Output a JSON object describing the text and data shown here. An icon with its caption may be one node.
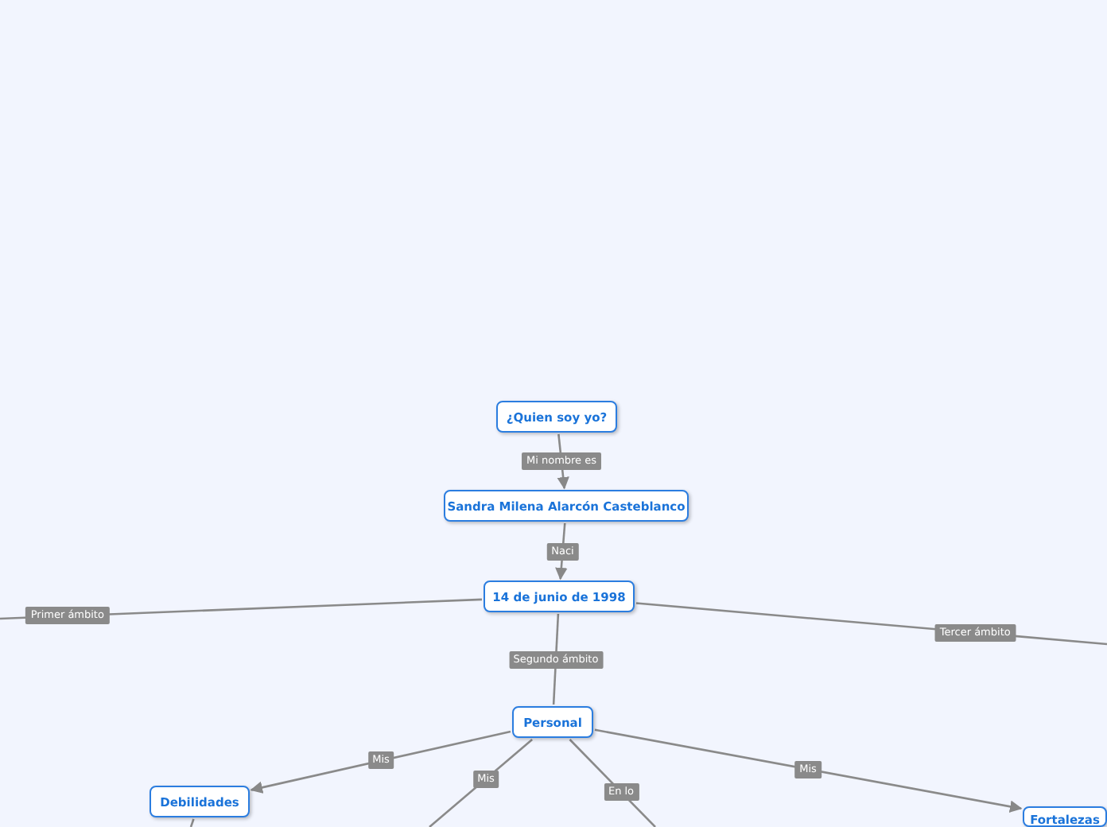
{
  "diagram": {
    "nodes": [
      {
        "text": [
          "¿Quien soy yo?"
        ]
      },
      {
        "text": [
          "Sandra Milena Alarcón Casteblanco"
        ]
      },
      {
        "text": [
          "14 de junio de 1998"
        ]
      },
      {
        "text": [
          "Personal"
        ]
      },
      {
        "text": [
          "Debilidades"
        ]
      },
      {
        "text": [
          "Fortalezas"
        ]
      }
    ],
    "edges": [
      {
        "from": 0,
        "to": 1,
        "arrow": "to",
        "label": "Mi nombre es"
      },
      {
        "from": 1,
        "to": 2,
        "arrow": "to",
        "label": "Naci"
      },
      {
        "from": 2,
        "to": null,
        "arrow": "none",
        "label": "Primer ámbito"
      },
      {
        "from": 2,
        "to": 3,
        "arrow": "none",
        "label": "Segundo ámbito"
      },
      {
        "from": 2,
        "to": null,
        "arrow": "none",
        "label": "Tercer ámbito"
      },
      {
        "from": 3,
        "to": 4,
        "arrow": "to",
        "label": "Mis"
      },
      {
        "from": 3,
        "to": null,
        "arrow": "none",
        "label": "Mis"
      },
      {
        "from": 3,
        "to": null,
        "arrow": "none",
        "label": "En lo"
      },
      {
        "from": 3,
        "to": 5,
        "arrow": "to",
        "label": "Mis"
      },
      {
        "from": 4,
        "to": null,
        "arrow": "none"
      }
    ]
  }
}
